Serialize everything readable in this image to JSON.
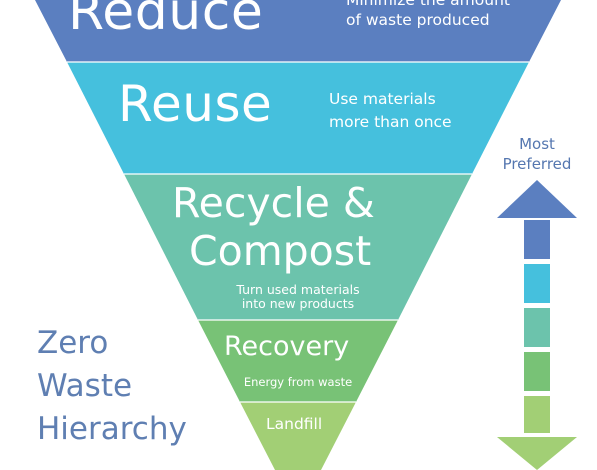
{
  "levels": [
    {
      "name": "Reduce",
      "desc_lines": [
        "Minimize the amount",
        "of waste produced"
      ],
      "color": "#5b7fc0"
    },
    {
      "name": "Reuse",
      "desc_lines": [
        "Use materials",
        "more than once"
      ],
      "color": "#45c0dd"
    },
    {
      "name_lines": [
        "Recycle &",
        "Compost"
      ],
      "desc_lines": [
        "Turn used materials",
        "into new products"
      ],
      "color": "#6cc3ac"
    },
    {
      "name": "Recovery",
      "desc": "Energy from waste",
      "color": "#78c276"
    },
    {
      "name": "Landfill",
      "color": "#a2cf75"
    }
  ],
  "side_title": [
    "Zero",
    "Waste",
    "Hierarchy"
  ],
  "scale": {
    "top_label": [
      "Most",
      "Preferred"
    ],
    "colors": [
      "#5b7fc0",
      "#45c0dd",
      "#6cc3ac",
      "#78c276",
      "#a2cf75"
    ]
  }
}
